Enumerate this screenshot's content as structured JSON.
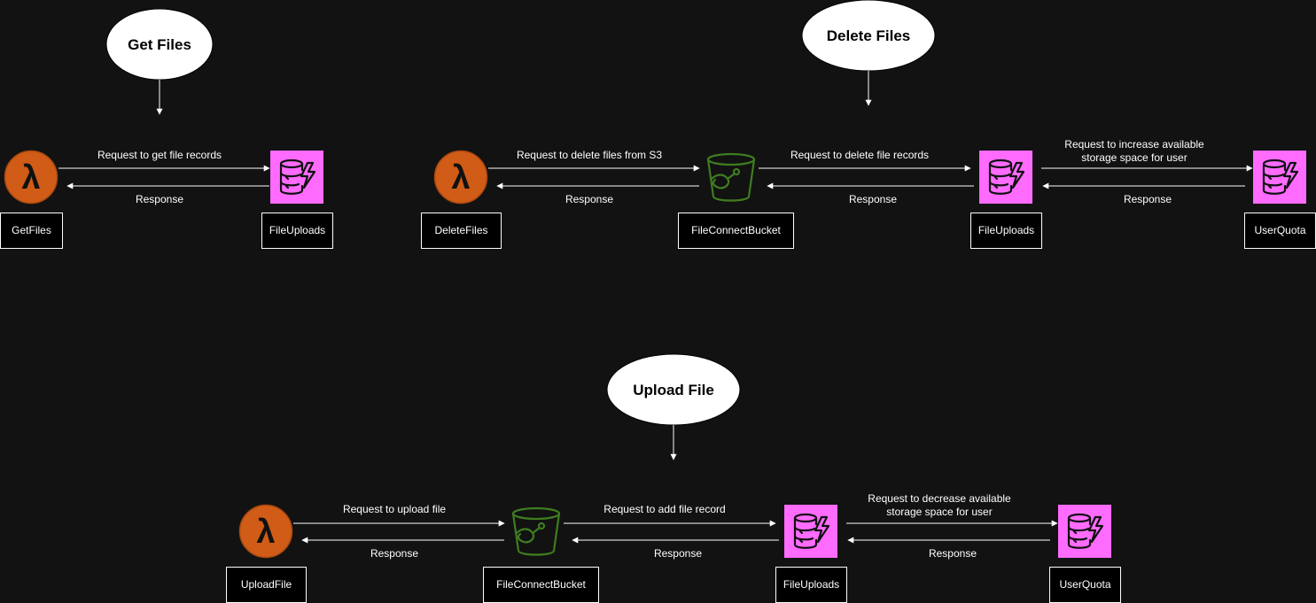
{
  "colors": {
    "background": "#121212",
    "lambda": "#d05c17",
    "dynamodb": "#ff6bff",
    "s3": "#3f7d1f",
    "line": "#ffffff"
  },
  "diagrams": {
    "get_files": {
      "title": "Get Files",
      "nodes": {
        "lambda": {
          "label": "GetFiles",
          "icon": "aws-lambda-icon"
        },
        "table": {
          "label": "FileUploads",
          "icon": "dynamodb-icon"
        }
      },
      "edges": {
        "request": "Request to get file records",
        "response": "Response"
      }
    },
    "delete_files": {
      "title": "Delete Files",
      "nodes": {
        "lambda": {
          "label": "DeleteFiles",
          "icon": "aws-lambda-icon"
        },
        "bucket": {
          "label": "FileConnectBucket",
          "icon": "s3-bucket-icon"
        },
        "uploads": {
          "label": "FileUploads",
          "icon": "dynamodb-icon"
        },
        "quota": {
          "label": "UserQuota",
          "icon": "dynamodb-icon"
        }
      },
      "edges": {
        "request_1": "Request to delete files from S3",
        "response_1": "Response",
        "request_2": "Request to delete file records",
        "response_2": "Response",
        "request_3_line_1": "Request to increase available",
        "request_3_line_2": "storage space for user",
        "response_3": "Response"
      }
    },
    "upload_file": {
      "title": "Upload File",
      "nodes": {
        "lambda": {
          "label": "UploadFile",
          "icon": "aws-lambda-icon"
        },
        "bucket": {
          "label": "FileConnectBucket",
          "icon": "s3-bucket-icon"
        },
        "uploads": {
          "label": "FileUploads",
          "icon": "dynamodb-icon"
        },
        "quota": {
          "label": "UserQuota",
          "icon": "dynamodb-icon"
        }
      },
      "edges": {
        "request_1": "Request to upload file",
        "response_1": "Response",
        "request_2": "Request to add file record",
        "response_2": "Response",
        "request_3_line_1": "Request to decrease available",
        "request_3_line_2": "storage space for user",
        "response_3": "Response"
      }
    }
  }
}
